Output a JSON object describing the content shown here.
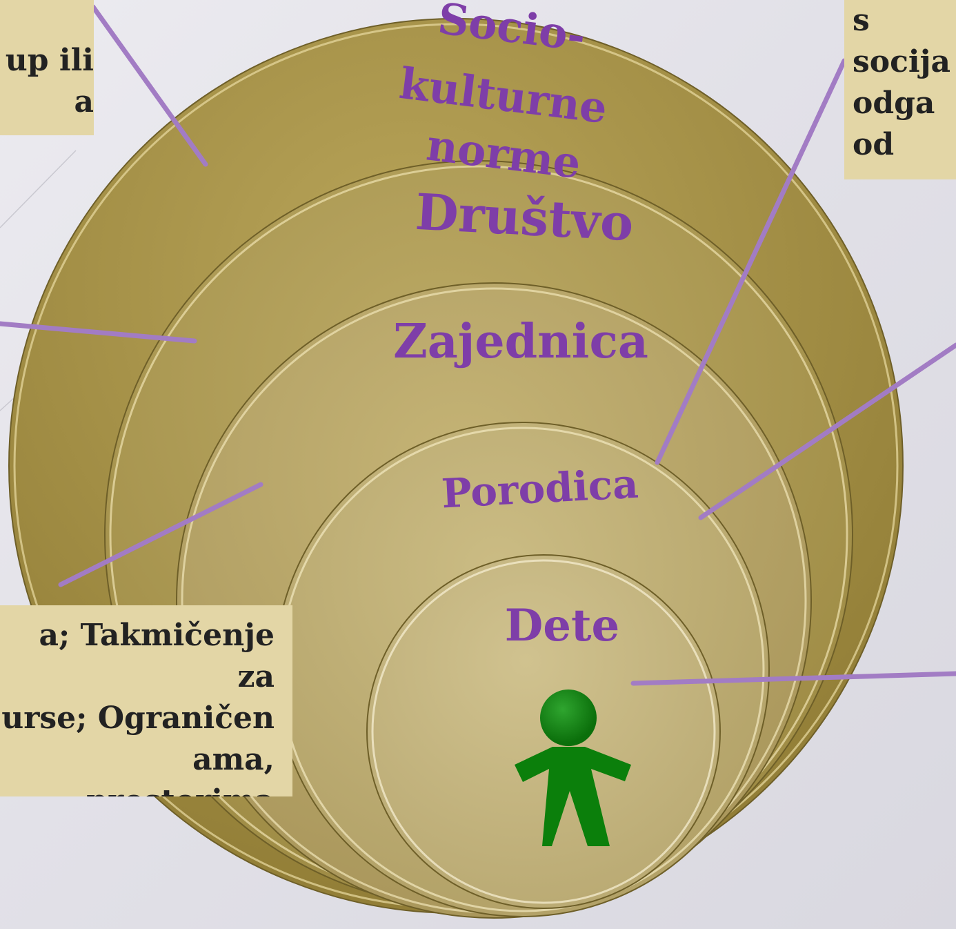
{
  "rings": {
    "socio_kulturne_norme": [
      "Socio-",
      "kulturne",
      "norme"
    ],
    "drustvo": "Društvo",
    "zajednica": "Zajednica",
    "porodica": "Porodica",
    "dete": "Dete"
  },
  "callouts": {
    "top_left": "up ili\na",
    "top_right": "s\nsocija\nodga\nod",
    "bottom_left": "a; Takmičenje za\nurse; Ograničen\nama, prostorima\nu i učenje"
  },
  "colors": {
    "ring_outer": "#a08c42",
    "ring_inner": "#c8b67c",
    "label": "#7e3ea8",
    "connector": "#a27cc4",
    "child_figure": "#0b7f0b",
    "callout_bg": "#e3d6a6"
  },
  "icons": {
    "child": "child-figure-icon"
  }
}
